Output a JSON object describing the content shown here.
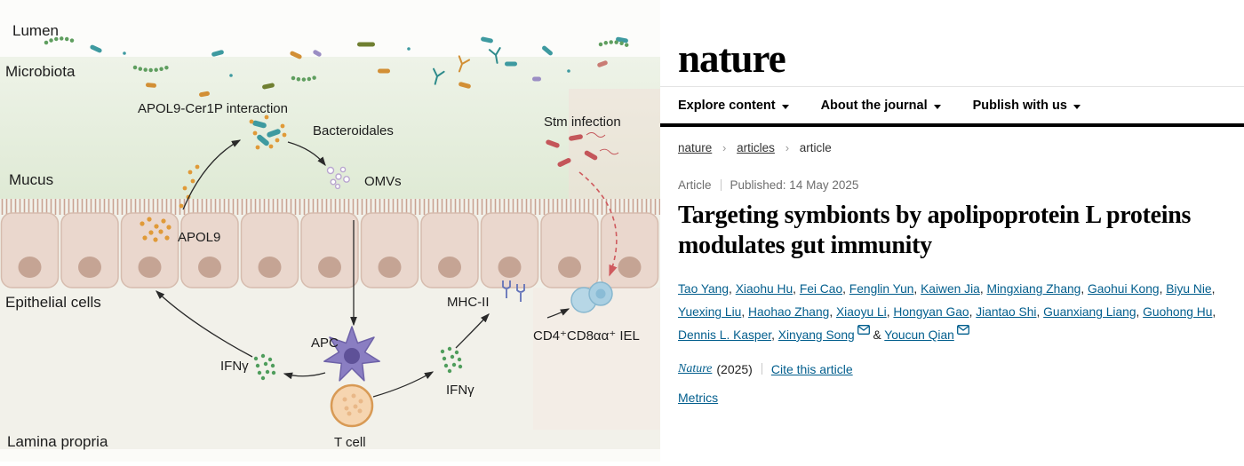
{
  "colors": {
    "link_blue": "#025e8d",
    "header_rule": "#000000",
    "mucus_green": "#e3edd9",
    "cell_pink": "#ead7cd",
    "nucleus_taupe": "#c2a090",
    "apol9_orange": "#e09a38",
    "bacteria_teal": "#3e9aa0",
    "stm_red": "#c4565a",
    "ifng_green": "#4f9d5c",
    "apc_purple": "#8a7ec2",
    "tcell_orange": "#f6d5b0",
    "iel_blue": "#a9cfe2"
  },
  "diagram": {
    "labels": {
      "lumen": "Lumen",
      "microbiota": "Microbiota",
      "mucus": "Mucus",
      "epithelial_cells": "Epithelial cells",
      "lamina_propria": "Lamina propria",
      "apol9_cer1p": "APOL9-Cer1P interaction",
      "bacteroidales": "Bacteroidales",
      "omvs": "OMVs",
      "apol9": "APOL9",
      "stm_infection": "Stm infection",
      "mhc2": "MHC-II",
      "iel": "CD4⁺CD8αα⁺ IEL",
      "ifng_left": "IFNγ",
      "apc": "APC",
      "ifng_right": "IFNγ",
      "tcell": "T cell"
    }
  },
  "site": {
    "logo": "nature",
    "nav": [
      "Explore content",
      "About the journal",
      "Publish with us"
    ],
    "breadcrumb": [
      "nature",
      "articles",
      "article"
    ]
  },
  "article": {
    "type_label": "Article",
    "published": "Published: 14 May 2025",
    "title": "Targeting symbionts by apolipoprotein L proteins modulates gut immunity",
    "authors": [
      {
        "name": "Tao Yang"
      },
      {
        "name": "Xiaohu Hu"
      },
      {
        "name": "Fei Cao"
      },
      {
        "name": "Fenglin Yun"
      },
      {
        "name": "Kaiwen Jia"
      },
      {
        "name": "Mingxiang Zhang"
      },
      {
        "name": "Gaohui Kong"
      },
      {
        "name": "Biyu Nie"
      },
      {
        "name": "Yuexing Liu"
      },
      {
        "name": "Haohao Zhang"
      },
      {
        "name": "Xiaoyu Li"
      },
      {
        "name": "Hongyan Gao"
      },
      {
        "name": "Jiantao Shi"
      },
      {
        "name": "Guanxiang Liang"
      },
      {
        "name": "Guohong Hu"
      },
      {
        "name": "Dennis L. Kasper"
      },
      {
        "name": "Xinyang Song",
        "email": true
      },
      {
        "name": "Youcun Qian",
        "email": true
      }
    ],
    "journal_name": "Nature",
    "journal_year": "(2025)",
    "cite_label": "Cite this article",
    "metrics_label": "Metrics"
  }
}
